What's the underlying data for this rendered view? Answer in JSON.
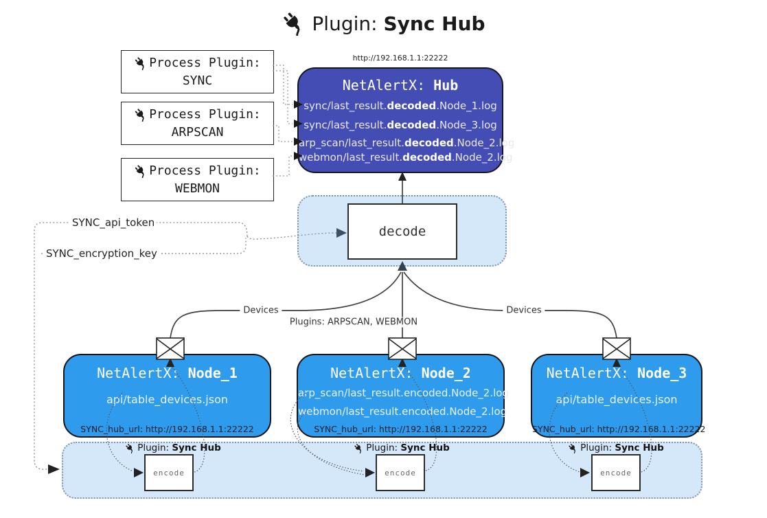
{
  "title": {
    "prefix": "Plugin: ",
    "name": "Sync Hub"
  },
  "hub": {
    "url": "http://192.168.1.1:22222",
    "name_prefix": "NetAlertX: ",
    "name": "Hub",
    "lines": [
      {
        "pre": "sync/last_result.",
        "bold": "decoded",
        "post": ".Node_1.log"
      },
      {
        "pre": "sync/last_result.",
        "bold": "decoded",
        "post": ".Node_3.log"
      },
      {
        "pre": "arp_scan/last_result.",
        "bold": "decoded",
        "post": ".Node_2.log"
      },
      {
        "pre": "webmon/last_result.",
        "bold": "decoded",
        "post": ".Node_2.log"
      }
    ]
  },
  "process_plugins": [
    {
      "label": "Process Plugin:",
      "name": "SYNC"
    },
    {
      "label": "Process Plugin:",
      "name": "ARPSCAN"
    },
    {
      "label": "Process Plugin:",
      "name": "WEBMON"
    }
  ],
  "decode": {
    "label": "decode"
  },
  "tokens": {
    "api_token": "SYNC_api_token",
    "encryption_key": "SYNC_encryption_key"
  },
  "edges": {
    "devices_left": "Devices",
    "devices_right": "Devices",
    "plugins": "Plugins: ARPSCAN, WEBMON"
  },
  "nodes": [
    {
      "name_prefix": "NetAlertX: ",
      "name": "Node_1",
      "lines": [
        "api/table_devices.json"
      ],
      "hub_url": "SYNC_hub_url: http://192.168.1.1:22222"
    },
    {
      "name_prefix": "NetAlertX: ",
      "name": "Node_2",
      "lines": [
        "arp_scan/last_result.encoded.Node_2.log",
        "webmon/last_result.encoded.Node_2.log"
      ],
      "hub_url": "SYNC_hub_url: http://192.168.1.1:22222"
    },
    {
      "name_prefix": "NetAlertX: ",
      "name": "Node_3",
      "lines": [
        "api/table_devices.json"
      ],
      "hub_url": "SYNC_hub_url: http://192.168.1.1:22222"
    }
  ],
  "encoders": [
    {
      "plugin_prefix": "Plugin: ",
      "plugin_name": "Sync Hub",
      "box": "encode"
    },
    {
      "plugin_prefix": "Plugin: ",
      "plugin_name": "Sync Hub",
      "box": "encode"
    },
    {
      "plugin_prefix": "Plugin: ",
      "plugin_name": "Sync Hub",
      "box": "encode"
    }
  ],
  "colors": {
    "hub": "#444db3",
    "node": "#2f9bec",
    "band": "#d5e8fa",
    "band_border": "#8094ab"
  }
}
